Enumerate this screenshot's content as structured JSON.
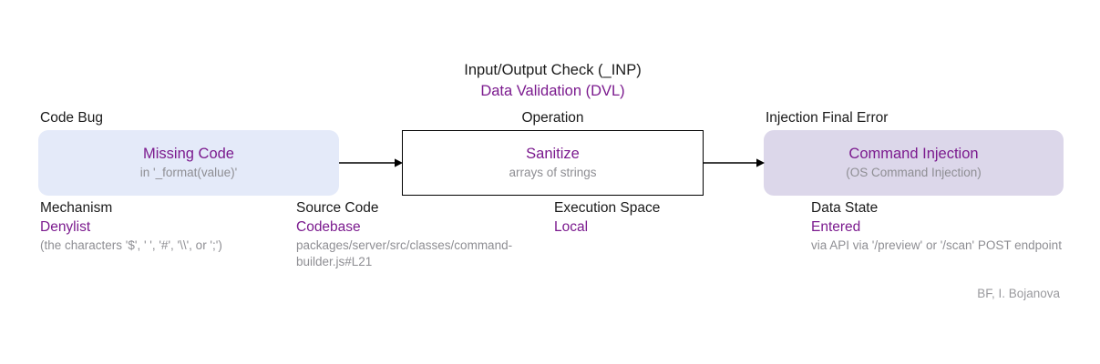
{
  "diagram": {
    "operation_class": {
      "line1": "Input/Output Check (_INP)",
      "line2": "Data Validation (DVL)"
    },
    "nodes": [
      {
        "label": "Code Bug",
        "title": "Missing Code",
        "subtitle": "in '_format(value)'",
        "fill": "#e4eaf9",
        "shape": "rounded"
      },
      {
        "label": "Operation",
        "title": "Sanitize",
        "subtitle": "arrays of strings",
        "fill": "#ffffff",
        "shape": "rect-outlined"
      },
      {
        "label": "Injection Final Error",
        "title": "Command Injection",
        "subtitle": "(OS Command Injection)",
        "fill": "#dcd7ea",
        "shape": "rounded"
      }
    ],
    "attributes": [
      {
        "name": "Mechanism",
        "value": "Denylist",
        "detail": "(the characters '$', ' ', '#', '\\\\', or ';')"
      },
      {
        "name": "Source Code",
        "value": "Codebase",
        "detail": "packages/server/src/classes/command-builder.js#L21"
      },
      {
        "name": "Execution Space",
        "value": "Local",
        "detail": ""
      },
      {
        "name": "Data State",
        "value": "Entered",
        "detail": "via API via '/preview' or '/scan' POST endpoint"
      }
    ],
    "attribution": "BF, I. Bojanova",
    "colors": {
      "accent_purple": "#7b1a8e",
      "muted_gray": "#8e8e93",
      "text_dark": "#1a1a1a",
      "bug_fill": "#e4eaf9",
      "error_fill": "#dcd7ea",
      "arrow": "#000000"
    }
  }
}
